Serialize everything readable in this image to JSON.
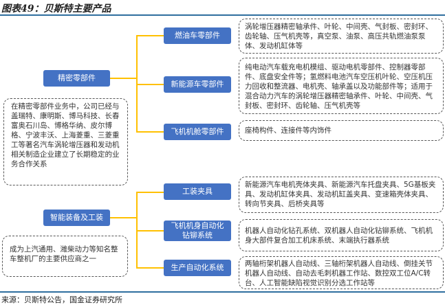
{
  "title": "图表49：贝斯特主要产品",
  "source": "来源：贝斯特公告，国金证券研究所",
  "sections": [
    {
      "label": "精密零部件",
      "note": "在精密零部件业务中，公司已经与盖瑞特、康明斯、博马科技、长春富奥石川岛、博格华纳、皮尔博格、宁波丰沃、上海菱重、三菱重工等著名汽车涡轮增压器和发动机相关制造企业建立了长期稳定的业务合作关系",
      "items": [
        {
          "label": "燃油车零部件",
          "desc": "涡轮增压器精密轴承件、叶轮、中间壳、气封板、密封环、齿轮轴、压气机壳等，真空泵、油泵、高压共轨燃油泵泵体、发动机缸体等"
        },
        {
          "label": "新能源车零部件",
          "desc": "纯电动汽车载充电机模组、驱动电机零部件、控制器零部件、底盘安全件等；氢燃料电池汽车空压机叶轮、空压机压力回收和整流器、电机壳、轴承盖以及功能部件等；适用于混合动力汽车的涡轮增压器精密轴承件、叶轮、中间壳、气封板、密封环、齿轮轴、压气机壳等"
        },
        {
          "label": "飞机机舱零部件",
          "desc": "座椅构件、连接件等内饰件"
        }
      ]
    },
    {
      "label": "智能装备及工装",
      "note": "成为上汽通用、潍柴动力等知名整车整机厂的主要供应商之一",
      "items": [
        {
          "label": "工装夹具",
          "desc": "新能源汽车电机壳体夹具、新能源汽车托盘夹具、5G基板夹具、发动机缸体夹具、发动机缸盖夹具、变速箱壳体夹具、转向节夹具、后桥夹具等"
        },
        {
          "label": "飞机机身自动化钻铆系统",
          "desc": "机器人自动化钻孔系统、双机器人自动化钻铆系统、飞机机身大部件复合加工机床系统、末端执行器系统"
        },
        {
          "label": "生产自动化系统",
          "desc": "两轴桁架机器人自动线、三轴桁架机器人自动线、倒挂关节机器人自动线、自动去毛刺机器工作站、数控双工位A/C转台、人工智能缺陷视觉识别分选工作站等"
        }
      ]
    }
  ],
  "colors": {
    "box": "#4472c4",
    "connector": "#ffc000",
    "rule": "#2e6e9e"
  }
}
